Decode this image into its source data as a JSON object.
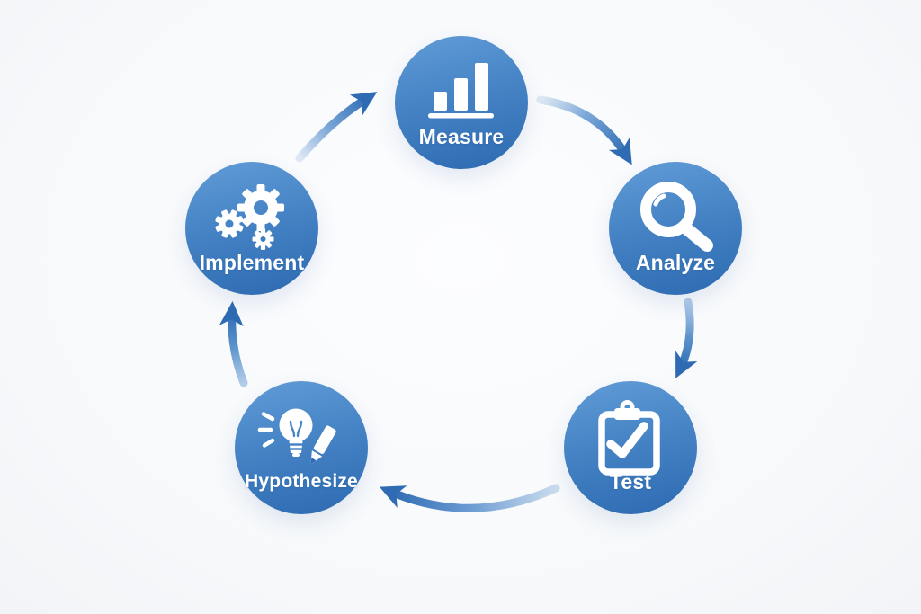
{
  "diagram": {
    "type": "cycle",
    "background_color": "#f7f9fb",
    "node_gradient_top": "#619cd7",
    "node_gradient_bottom": "#2d6ab1",
    "arrow_head_color": "#2e6bb3",
    "arrow_tail_color": "#d9e5f2",
    "label_color": "#ffffff",
    "nodes": [
      {
        "id": "measure",
        "label": "Measure",
        "icon": "bar-chart-icon"
      },
      {
        "id": "analyze",
        "label": "Analyze",
        "icon": "magnifier-icon"
      },
      {
        "id": "test",
        "label": "Test",
        "icon": "clipboard-check-icon"
      },
      {
        "id": "hypothesize",
        "label": "Hypothesize",
        "icon": "lightbulb-pencil-icon"
      },
      {
        "id": "implement",
        "label": "Implement",
        "icon": "gears-icon"
      }
    ],
    "flow": [
      {
        "from": "Measure",
        "to": "Analyze"
      },
      {
        "from": "Analyze",
        "to": "Test"
      },
      {
        "from": "Test",
        "to": "Hypothesize"
      },
      {
        "from": "Hypothesize",
        "to": "Implement"
      },
      {
        "from": "Implement",
        "to": "Measure"
      }
    ]
  }
}
